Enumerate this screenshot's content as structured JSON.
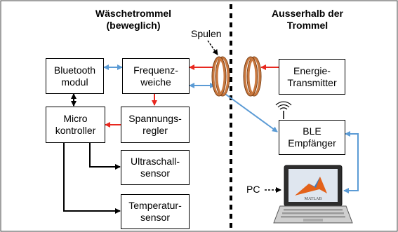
{
  "headers": {
    "left": "Wäschetrommel\n(beweglich)",
    "right": "Ausserhalb der\nTrommel"
  },
  "labels": {
    "spulen": "Spulen",
    "pc": "PC"
  },
  "boxes": {
    "bluetooth": "Bluetooth\nmodul",
    "frequenz": "Frequenz-\nweiche",
    "micro": "Micro\nkontroller",
    "spannung": "Spannungs-\nregler",
    "ultraschall": "Ultraschall-\nsensor",
    "temperatur": "Temperatur-\nsensor",
    "energie": "Energie-\nTransmitter",
    "ble": "BLE\nEmpfänger"
  },
  "laptop_screen_text": "MATLAB",
  "colors": {
    "power": "#e8281f",
    "data": "#5b9bd5",
    "coil": "#c9783f",
    "coil_dark": "#7a3e12"
  }
}
